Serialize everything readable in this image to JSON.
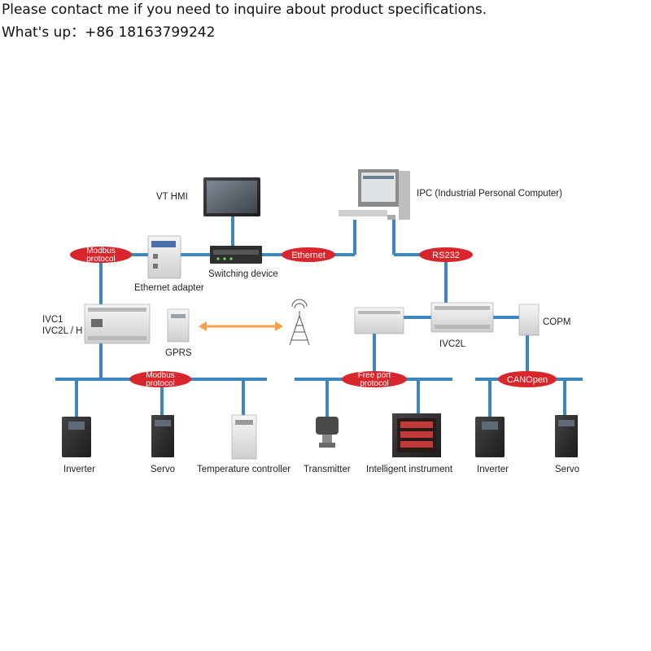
{
  "header": {
    "line1": "Please contact me if you need to inquire about product specifications.",
    "line2": "What's up：+86 18163799242"
  },
  "colors": {
    "bus": "#3d87bf",
    "pill": "#d8262c",
    "arrow": "#f2a04a"
  },
  "pills": {
    "modbus_top": [
      "Modbus",
      "protocol"
    ],
    "ethernet": "Ethernet",
    "rs232": "RS232",
    "modbus_bottom": [
      "Modbus",
      "protocol"
    ],
    "free_port": [
      "Free port",
      "protocol"
    ],
    "canopen": "CANOpen"
  },
  "devices": {
    "vt_hmi": "VT HMI",
    "ipc": "IPC (Industrial Personal Computer)",
    "switching_device": "Switching device",
    "ethernet_adapter": "Ethernet adapter",
    "ivc1": "IVC1",
    "ivc2l_h": "IVC2L / H",
    "gprs": "GPRS",
    "ivc2l": "IVC2L",
    "copm": "COPM",
    "inverter_1": "Inverter",
    "servo_1": "Servo",
    "temperature_controller": "Temperature controller",
    "transmitter": "Transmitter",
    "intelligent_instrument": "Intelligent instrument",
    "inverter_2": "Inverter",
    "servo_2": "Servo"
  }
}
